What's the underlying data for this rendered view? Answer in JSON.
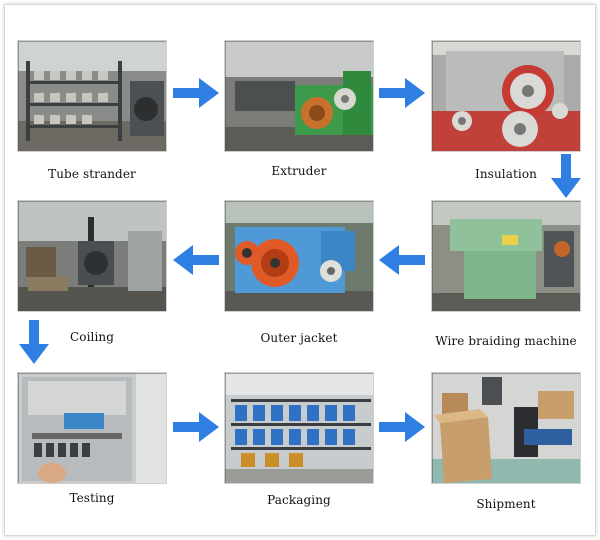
{
  "steps": [
    {
      "label": "Tube strander"
    },
    {
      "label": "Extruder"
    },
    {
      "label": "Insulation"
    },
    {
      "label": "Wire braiding machine"
    },
    {
      "label": "Outer jacket"
    },
    {
      "label": "Coiling"
    },
    {
      "label": "Testing"
    },
    {
      "label": "Packaging"
    },
    {
      "label": "Shipment"
    }
  ],
  "colors": {
    "arrow": "#2f7fe3",
    "frame_border": "#d8d8d8"
  }
}
